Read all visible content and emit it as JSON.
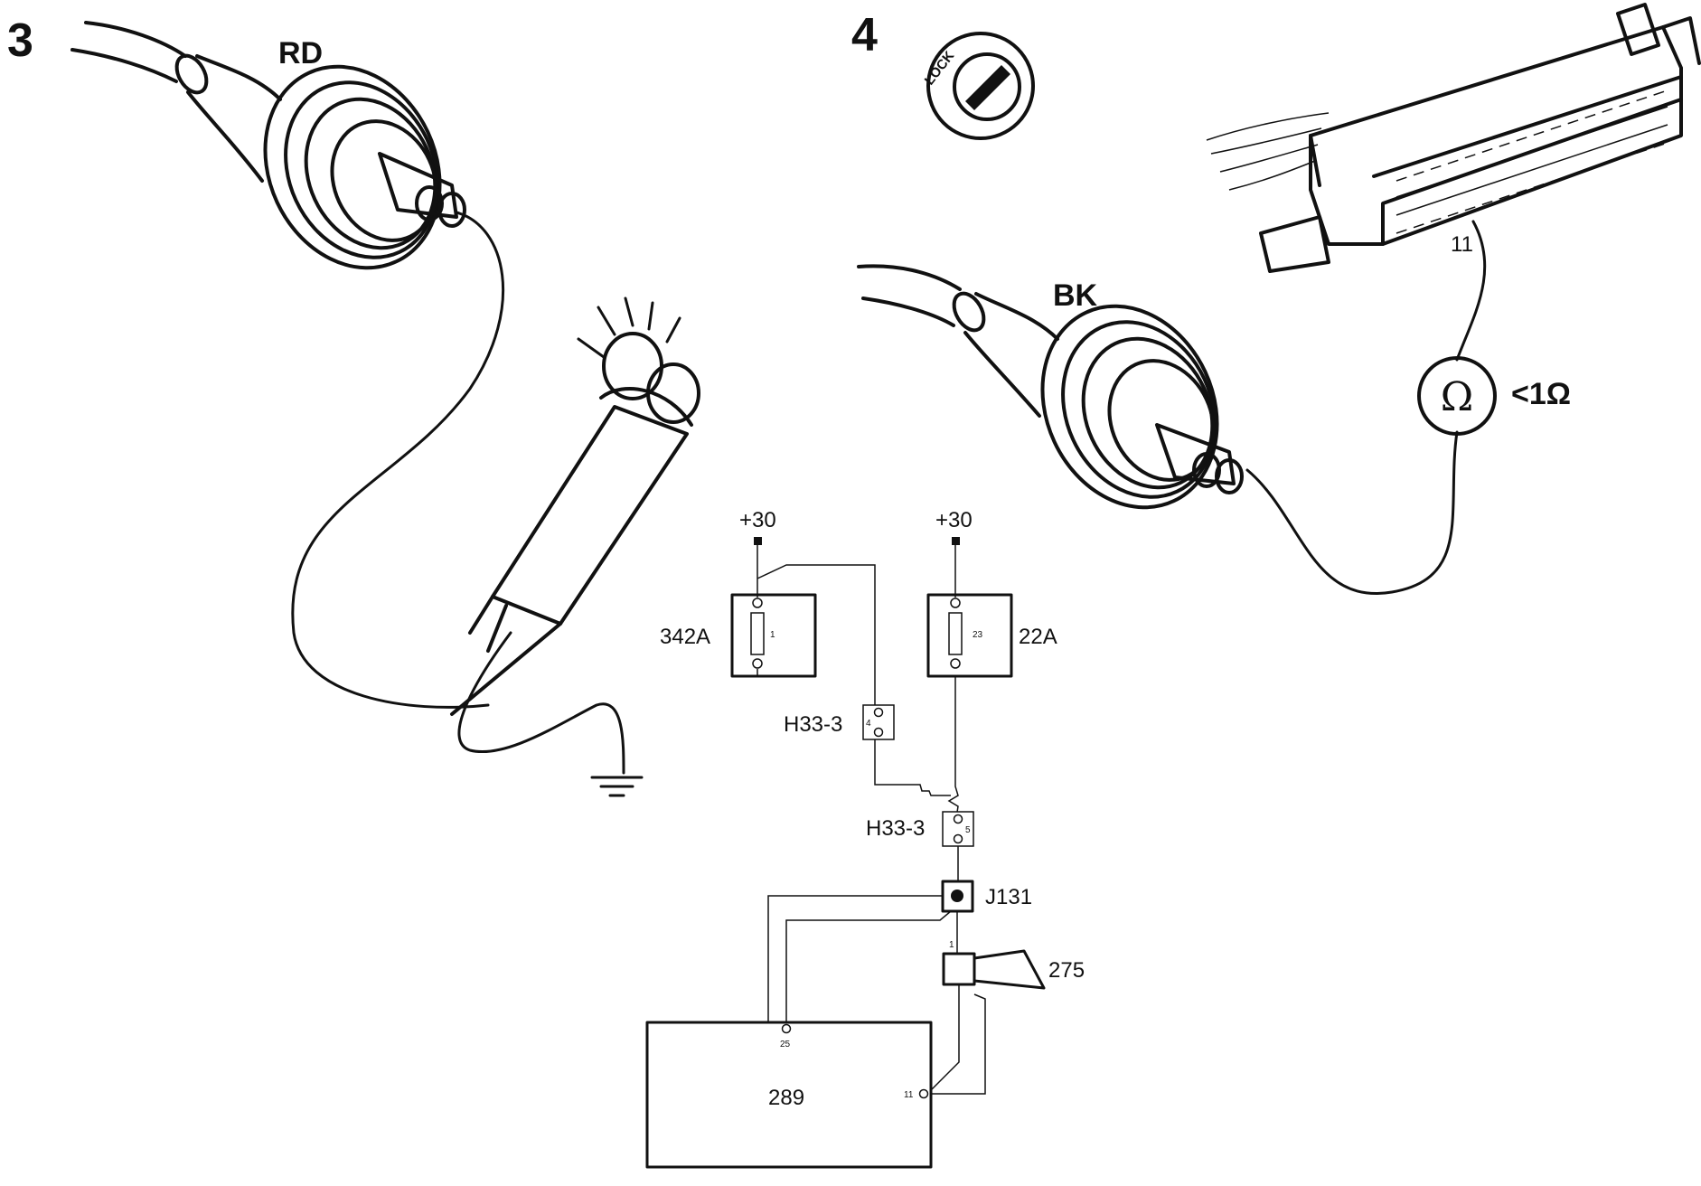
{
  "panel_3": {
    "number": "3",
    "wire_color": "RD"
  },
  "panel_4": {
    "number": "4",
    "wire_color": "BK",
    "lock_label": "LOCK",
    "pin_number": "11",
    "meter_symbol": "Ω",
    "reading": "<1Ω"
  },
  "schematic": {
    "supply_left": "+30",
    "supply_right": "+30",
    "fuse_left_label": "342A",
    "fuse_left_number": "1",
    "fuse_right_label": "22A",
    "fuse_right_number": "23",
    "connector_upper_label": "H33-3",
    "connector_upper_pin": "4",
    "connector_lower_label": "H33-3",
    "connector_lower_pin": "5",
    "junction_label": "J131",
    "horn_label": "275",
    "horn_pin_top": "1",
    "module_label": "289",
    "module_pin_top": "25",
    "module_pin_right": "11"
  }
}
